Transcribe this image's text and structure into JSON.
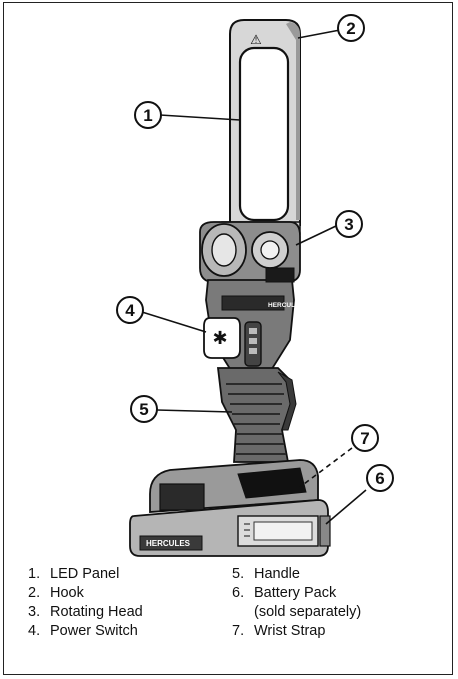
{
  "hook_mark": "⚠",
  "brand": "HERCULES",
  "switch_symbol": "✱",
  "callouts": [
    "1",
    "2",
    "3",
    "4",
    "5",
    "6",
    "7"
  ],
  "legend": [
    {
      "num": "1.",
      "label": "LED Panel"
    },
    {
      "num": "2.",
      "label": "Hook"
    },
    {
      "num": "3.",
      "label": "Rotating Head"
    },
    {
      "num": "4.",
      "label": "Power Switch"
    },
    {
      "num": "5.",
      "label": "Handle"
    },
    {
      "num": "6.",
      "label": "Battery Pack"
    },
    {
      "num": "7.",
      "label": "Wrist Strap"
    }
  ],
  "legend_note": "(sold separately)"
}
